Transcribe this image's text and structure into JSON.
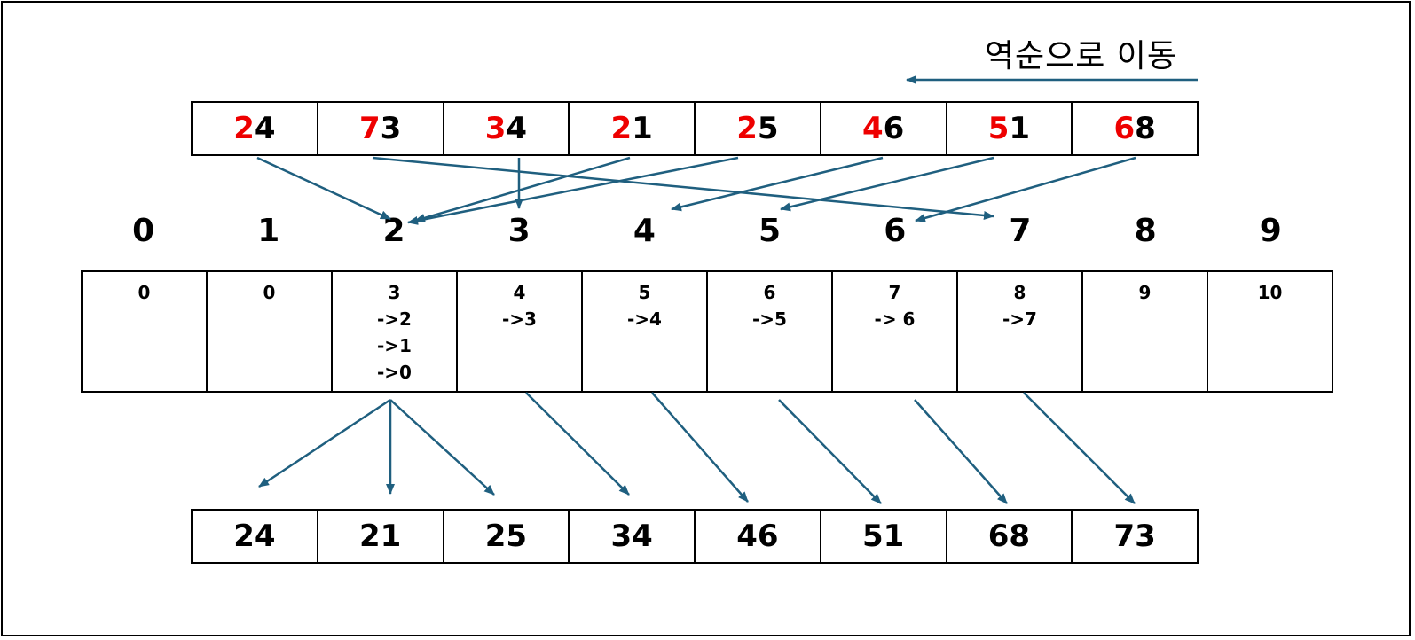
{
  "caption": "역순으로 이동",
  "input": [
    {
      "lead": "2",
      "rest": "4"
    },
    {
      "lead": "7",
      "rest": "3"
    },
    {
      "lead": "3",
      "rest": "4"
    },
    {
      "lead": "2",
      "rest": "1"
    },
    {
      "lead": "2",
      "rest": "5"
    },
    {
      "lead": "4",
      "rest": "6"
    },
    {
      "lead": "5",
      "rest": "1"
    },
    {
      "lead": "6",
      "rest": "8"
    }
  ],
  "indices": [
    "0",
    "1",
    "2",
    "3",
    "4",
    "5",
    "6",
    "7",
    "8",
    "9"
  ],
  "counts": [
    [
      "0"
    ],
    [
      "0"
    ],
    [
      "3",
      "->2",
      "->1",
      "->0"
    ],
    [
      "4",
      "->3"
    ],
    [
      "5",
      "->4"
    ],
    [
      "6",
      "->5"
    ],
    [
      "7",
      "-> 6"
    ],
    [
      "8",
      "->7"
    ],
    [
      "9"
    ],
    [
      "10"
    ]
  ],
  "output": [
    "24",
    "21",
    "25",
    "34",
    "46",
    "51",
    "68",
    "73"
  ],
  "colors": {
    "highlight": "#ee0000",
    "arrow": "#1f5f7f"
  }
}
